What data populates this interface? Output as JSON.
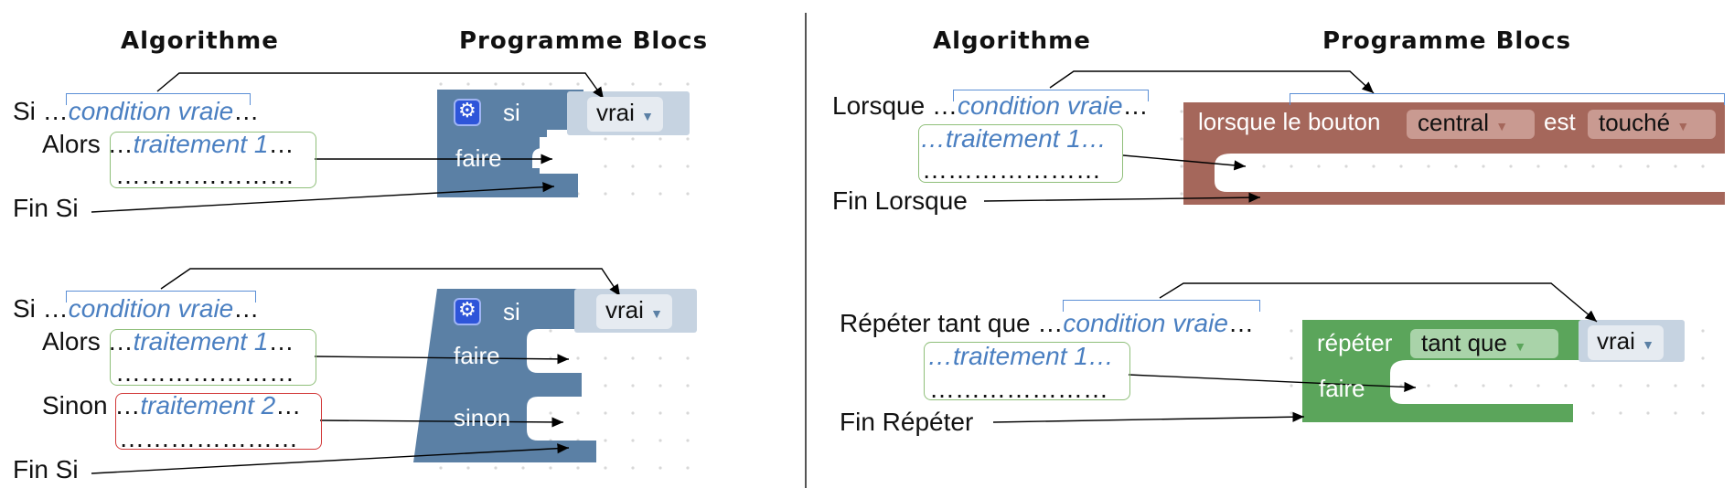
{
  "panel_left": {
    "heading_algo": "Algorithme",
    "heading_blocks": "Programme Blocs",
    "ex1": {
      "si": "Si …",
      "condition": "condition vraie",
      "ellipsis": "…",
      "alors": "Alors …",
      "traitement": "traitement 1",
      "dots": "…………………",
      "fin": "Fin Si",
      "block_si": "si",
      "block_vrai": "vrai",
      "block_faire": "faire"
    },
    "ex2": {
      "si": "Si …",
      "condition": "condition vraie",
      "ellipsis": "…",
      "alors": "Alors …",
      "traitement1": "traitement 1",
      "dots": "…………………",
      "sinon": "Sinon …",
      "traitement2": "traitement 2",
      "fin": "Fin Si",
      "block_si": "si",
      "block_vrai": "vrai",
      "block_faire": "faire",
      "block_sinon": "sinon"
    }
  },
  "panel_right": {
    "heading_algo": "Algorithme",
    "heading_blocks": "Programme Blocs",
    "ex3": {
      "lorsque": "Lorsque …",
      "condition": "condition vraie",
      "ellipsis": "…",
      "traitement": "…traitement 1…",
      "dots": "…………………",
      "fin": "Fin Lorsque",
      "block_lorsque": "lorsque le bouton",
      "block_central": "central",
      "block_est": "est",
      "block_touche": "touché"
    },
    "ex4": {
      "repeter": "Répéter tant que …",
      "condition": "condition vraie",
      "ellipsis": "…",
      "traitement": "…traitement 1…",
      "dots": "…………………",
      "fin": "Fin Répéter",
      "block_repeter": "répéter",
      "block_tantque": "tant que",
      "block_vrai": "vrai",
      "block_faire": "faire"
    }
  },
  "colors": {
    "logic_block": "#5b80a5",
    "event_block": "#a5675b",
    "loop_block": "#5ba55b",
    "value_block": "#c6d3e1",
    "condition_text": "#4a7fc1",
    "box_green": "#8fbf7a",
    "box_red": "#d23a3a"
  },
  "icons": [
    "gear-icon",
    "dropdown-arrow-icon"
  ]
}
